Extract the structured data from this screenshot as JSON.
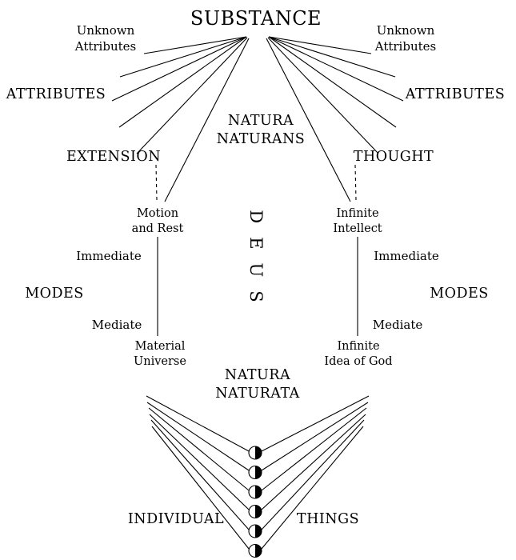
{
  "diagram": {
    "substance": "SUBSTANCE",
    "natura_naturans": {
      "line1": "NATURA",
      "line2": "NATURANS"
    },
    "natura_naturata": {
      "line1": "NATURA",
      "line2": "NATURATA"
    },
    "deus": "DEUS",
    "individual": "INDIVIDUAL",
    "things": "THINGS",
    "individual_things_count": 6,
    "left": {
      "unknown": {
        "line1": "Unknown",
        "line2": "Attributes"
      },
      "attributes": "ATTRIBUTES",
      "attribute_named": "EXTENSION",
      "immediate_mode": {
        "line1": "Motion",
        "line2": "and Rest"
      },
      "immediate": "Immediate",
      "modes": "MODES",
      "mediate": "Mediate",
      "mediate_mode": {
        "line1": "Material",
        "line2": "Universe"
      }
    },
    "right": {
      "unknown": {
        "line1": "Unknown",
        "line2": "Attributes"
      },
      "attributes": "ATTRIBUTES",
      "attribute_named": "THOUGHT",
      "immediate_mode": {
        "line1": "Infinite",
        "line2": "Intellect"
      },
      "immediate": "Immediate",
      "modes": "MODES",
      "mediate": "Mediate",
      "mediate_mode": {
        "line1": "Infinite",
        "line2": "Idea of God"
      }
    },
    "colors": {
      "ink": "#000000",
      "background": "#ffffff"
    }
  }
}
